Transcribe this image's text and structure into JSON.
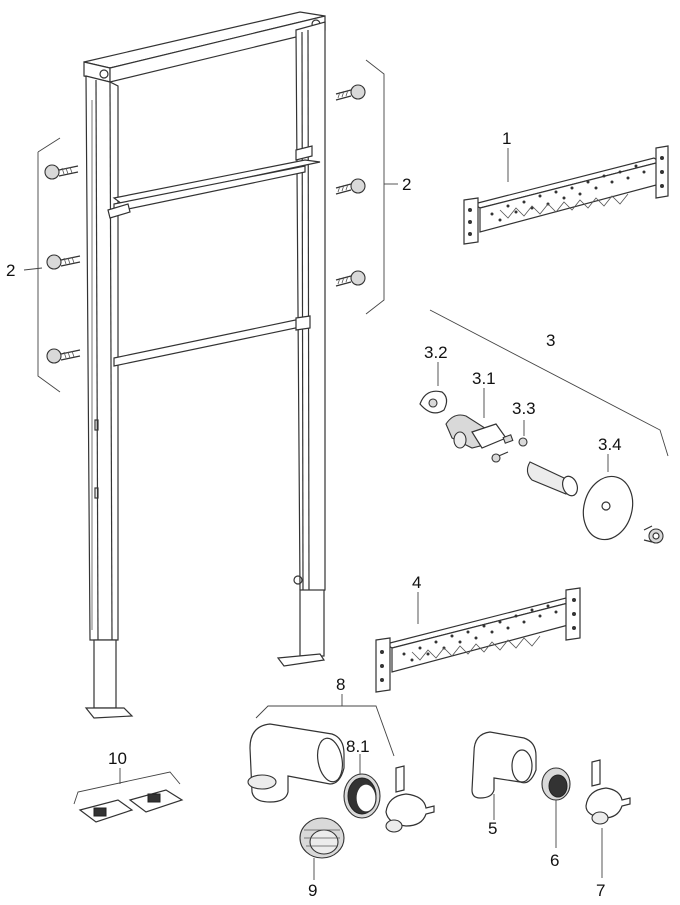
{
  "callouts": {
    "c1": "1",
    "c2_left": "2",
    "c2_right": "2",
    "c3": "3",
    "c3_1": "3.1",
    "c3_2": "3.2",
    "c3_3": "3.3",
    "c3_4": "3.4",
    "c4": "4",
    "c5": "5",
    "c6": "6",
    "c7": "7",
    "c8": "8",
    "c8_1": "8.1",
    "c9": "9",
    "c10": "10"
  },
  "colors": {
    "line": "#333333",
    "background": "#ffffff",
    "fill_gray": "#d9d9d9"
  }
}
